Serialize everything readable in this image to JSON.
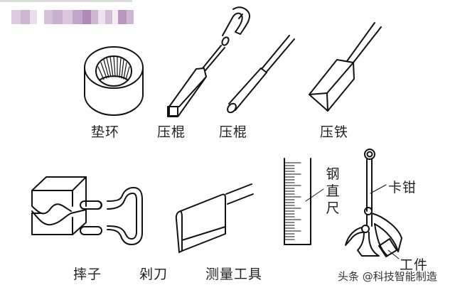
{
  "header": {
    "blurred_title": "",
    "blur_colors": [
      "#d9c5dc",
      "#c9afcf",
      "#bfa2c8",
      "#ae86b5",
      "#cdb6d2",
      "#e5d8e7"
    ]
  },
  "tools": [
    {
      "id": "gasket-ring",
      "label": "垫环"
    },
    {
      "id": "press-bar-square",
      "label": "压棍"
    },
    {
      "id": "press-bar-round",
      "label": "压棍"
    },
    {
      "id": "press-iron",
      "label": "压铁"
    },
    {
      "id": "swage",
      "label": "摔子"
    },
    {
      "id": "cutter",
      "label": "剁刀"
    },
    {
      "id": "measuring-tools",
      "label": "测量工具"
    },
    {
      "id": "steel-ruler",
      "label": "钢直尺",
      "chars": [
        "钢",
        "直",
        "尺"
      ]
    },
    {
      "id": "tongs",
      "label": "卡钳"
    },
    {
      "id": "workpiece",
      "label": "工件"
    }
  ],
  "watermark": "头条 @科技智能制造",
  "colors": {
    "line": "#111111",
    "background": "#ffffff"
  }
}
